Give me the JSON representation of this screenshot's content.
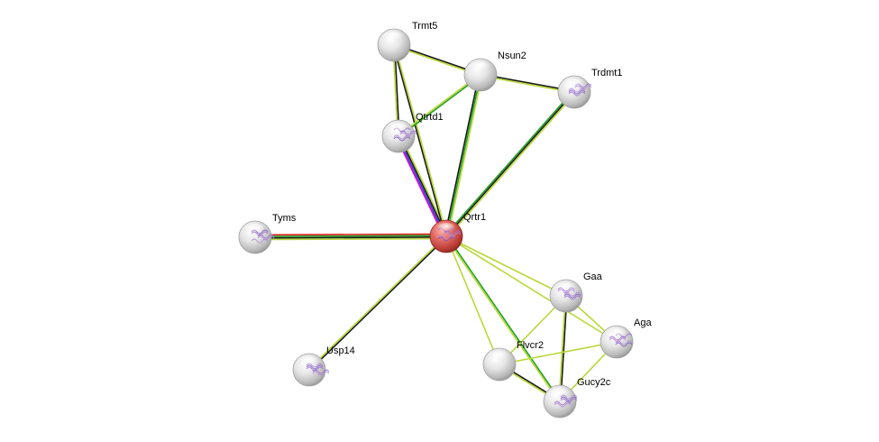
{
  "nodes": [
    {
      "id": "Qrtr1",
      "label": "Qrtr1",
      "color": "#d9655e",
      "query": true,
      "structure": true
    },
    {
      "id": "Trmt5",
      "label": "Trmt5",
      "color": "#e8e8e8",
      "query": false,
      "structure": false
    },
    {
      "id": "Nsun2",
      "label": "Nsun2",
      "color": "#e8e8e8",
      "query": false,
      "structure": false
    },
    {
      "id": "Trdmt1",
      "label": "Trdmt1",
      "color": "#e8e8e8",
      "query": false,
      "structure": true
    },
    {
      "id": "Qtrtd1",
      "label": "Qtrtd1",
      "color": "#e8e8e8",
      "query": false,
      "structure": true
    },
    {
      "id": "Tyms",
      "label": "Tyms",
      "color": "#e8e8e8",
      "query": false,
      "structure": true
    },
    {
      "id": "Usp14",
      "label": "Usp14",
      "color": "#e8e8e8",
      "query": false,
      "structure": true
    },
    {
      "id": "Gaa",
      "label": "Gaa",
      "color": "#e8e8e8",
      "query": false,
      "structure": true
    },
    {
      "id": "Aga",
      "label": "Aga",
      "color": "#e8e8e8",
      "query": false,
      "structure": true
    },
    {
      "id": "Flvcr2",
      "label": "Flvcr2",
      "color": "#e8e8e8",
      "query": false,
      "structure": false
    },
    {
      "id": "Gucy2c",
      "label": "Gucy2c",
      "color": "#e8e8e8",
      "query": false,
      "structure": true
    }
  ],
  "edges": [
    {
      "source": "Qrtr1",
      "target": "Qtrtd1",
      "colors": [
        "#d000d0",
        "#3b3bd6",
        "#1a1a1a",
        "#b8d83a"
      ]
    },
    {
      "source": "Qrtr1",
      "target": "Trmt5",
      "colors": [
        "#1a1a1a",
        "#b8d83a"
      ]
    },
    {
      "source": "Qrtr1",
      "target": "Nsun2",
      "colors": [
        "#1a1a1a",
        "#22a022",
        "#b8d83a"
      ]
    },
    {
      "source": "Qrtr1",
      "target": "Trdmt1",
      "colors": [
        "#22a022",
        "#1a1a1a",
        "#b8d83a"
      ]
    },
    {
      "source": "Qrtr1",
      "target": "Tyms",
      "colors": [
        "#b8d83a",
        "#1a1a1a",
        "#22a022",
        "#e02020"
      ]
    },
    {
      "source": "Qrtr1",
      "target": "Usp14",
      "colors": [
        "#1a1a1a",
        "#b8d83a"
      ]
    },
    {
      "source": "Qrtr1",
      "target": "Gaa",
      "colors": [
        "#b8d83a"
      ]
    },
    {
      "source": "Qrtr1",
      "target": "Aga",
      "colors": [
        "#b8d83a"
      ]
    },
    {
      "source": "Qrtr1",
      "target": "Flvcr2",
      "colors": [
        "#b8d83a"
      ]
    },
    {
      "source": "Qrtr1",
      "target": "Gucy2c",
      "colors": [
        "#22a022",
        "#b8d83a"
      ]
    },
    {
      "source": "Trmt5",
      "target": "Qtrtd1",
      "colors": [
        "#1a1a1a",
        "#b8d83a"
      ]
    },
    {
      "source": "Trmt5",
      "target": "Nsun2",
      "colors": [
        "#1a1a1a",
        "#b8d83a"
      ]
    },
    {
      "source": "Nsun2",
      "target": "Qtrtd1",
      "colors": [
        "#22a022",
        "#b8d83a"
      ]
    },
    {
      "source": "Nsun2",
      "target": "Trdmt1",
      "colors": [
        "#1a1a1a",
        "#b8d83a"
      ]
    },
    {
      "source": "Gaa",
      "target": "Aga",
      "colors": [
        "#b8d83a"
      ]
    },
    {
      "source": "Gaa",
      "target": "Gucy2c",
      "colors": [
        "#1a1a1a",
        "#b8d83a"
      ]
    },
    {
      "source": "Gaa",
      "target": "Flvcr2",
      "colors": [
        "#b8d83a"
      ]
    },
    {
      "source": "Aga",
      "target": "Gucy2c",
      "colors": [
        "#b8d83a"
      ]
    },
    {
      "source": "Aga",
      "target": "Flvcr2",
      "colors": [
        "#b8d83a"
      ]
    },
    {
      "source": "Flvcr2",
      "target": "Gucy2c",
      "colors": [
        "#1a1a1a",
        "#b8d83a"
      ]
    }
  ]
}
